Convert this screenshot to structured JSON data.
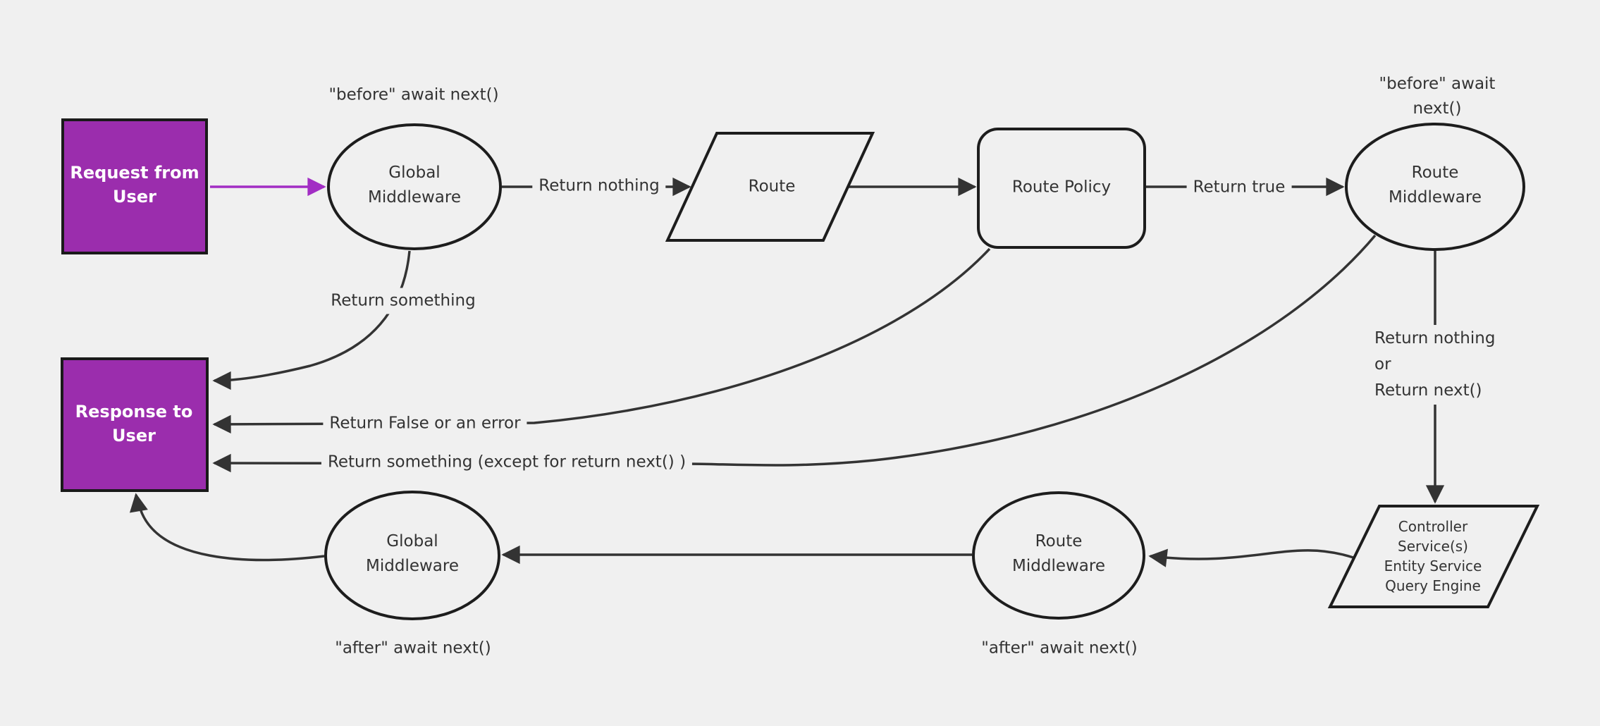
{
  "colors": {
    "background": "#f0f0f0",
    "node_stroke": "#1d1d1d",
    "edge_stroke": "#333333",
    "label_text": "#333333",
    "accent_fill": "#9b2dad",
    "accent_arrow": "#a22ec4",
    "accent_text": "#ffffff"
  },
  "nodes": {
    "request": {
      "label": [
        "Request from",
        "User"
      ]
    },
    "global_middleware_top": {
      "label": [
        "Global",
        "Middleware"
      ]
    },
    "route": {
      "label": "Route"
    },
    "route_policy": {
      "label": "Route Policy"
    },
    "route_middleware_top": {
      "label": [
        "Route",
        "Middleware"
      ]
    },
    "response": {
      "label": [
        "Response to",
        "User"
      ]
    },
    "controller": {
      "label": [
        "Controller",
        "Service(s)",
        "Entity Service",
        "Query Engine"
      ]
    },
    "route_middleware_bottom": {
      "label": [
        "Route",
        "Middleware"
      ]
    },
    "global_middleware_bottom": {
      "label": [
        "Global",
        "Middleware"
      ]
    }
  },
  "edge_labels": {
    "before_global": "\"before\" await next()",
    "before_route": "\"before\" await next()",
    "return_nothing": "Return nothing",
    "return_true": "Return true",
    "return_something": "Return something",
    "return_false_or_error": "Return False or an error",
    "return_something_except": "Return something (except for return next() )",
    "return_nothing_or_next": [
      "Return nothing",
      "or",
      "Return next()"
    ],
    "after_global": "\"after\" await next()",
    "after_route": "\"after\" await next()"
  }
}
